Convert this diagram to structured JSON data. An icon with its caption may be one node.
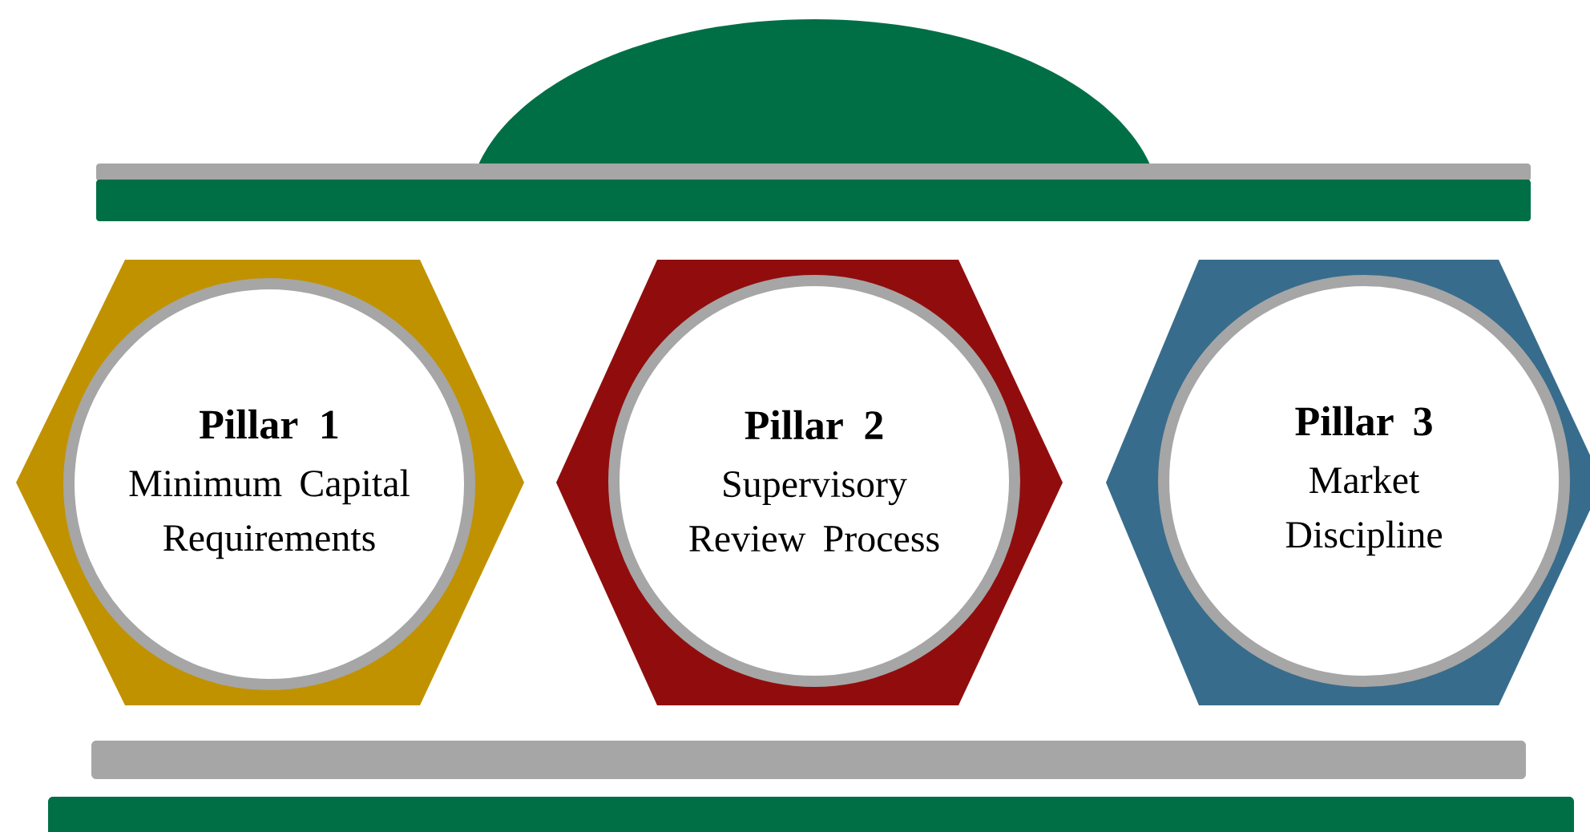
{
  "diagram": {
    "nodes": [
      {
        "text": [
          "Pillar 1",
          "Minimum Capital Requirements"
        ]
      },
      {
        "text": [
          "Pillar 2",
          "Supervisory Review Process"
        ]
      },
      {
        "text": [
          "Pillar 3",
          "Market Discipline"
        ]
      }
    ]
  }
}
